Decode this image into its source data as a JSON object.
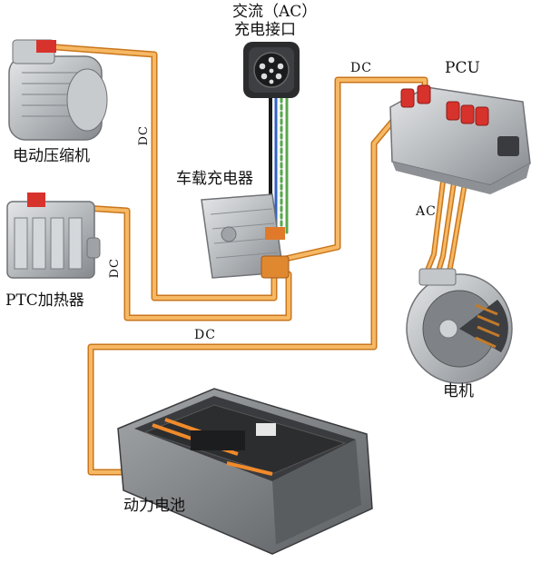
{
  "labels": {
    "ac_port_line1": "交流（AC）",
    "ac_port_line2": "充电接口",
    "compressor": "电动压缩机",
    "charger": "车载充电器",
    "ptc": "PTC加热器",
    "pcu": "PCU",
    "motor": "电机",
    "battery": "动力电池",
    "dc_top": "DC",
    "dc_compressor": "DC",
    "dc_ptc": "DC",
    "dc_battery": "DC",
    "ac_motor": "AC"
  },
  "colors": {
    "cable_orange": "#f0a640",
    "cable_edge": "#c9761b",
    "connector_red": "#d8322c",
    "housing_gray": "#b9bcbf",
    "battery_dark": "#3a3b3e"
  }
}
